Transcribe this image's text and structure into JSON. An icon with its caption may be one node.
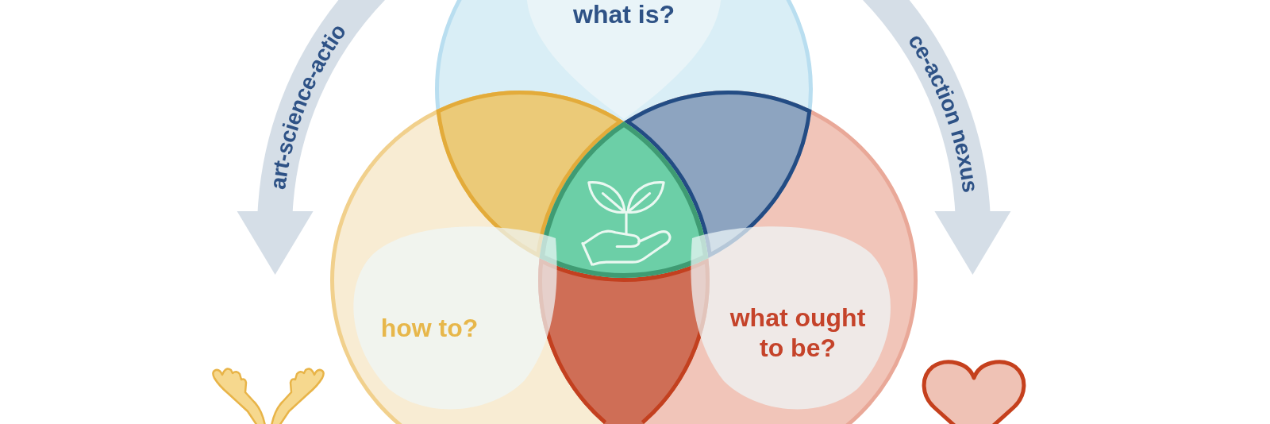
{
  "diagram": {
    "nodes": [
      {
        "text": [
          "what is?"
        ]
      },
      {
        "text": [
          "how to?"
        ]
      },
      {
        "text": [
          "what ought to be?"
        ]
      }
    ],
    "labels": [
      "art-science-actio",
      "ce-action nexus"
    ]
  }
}
